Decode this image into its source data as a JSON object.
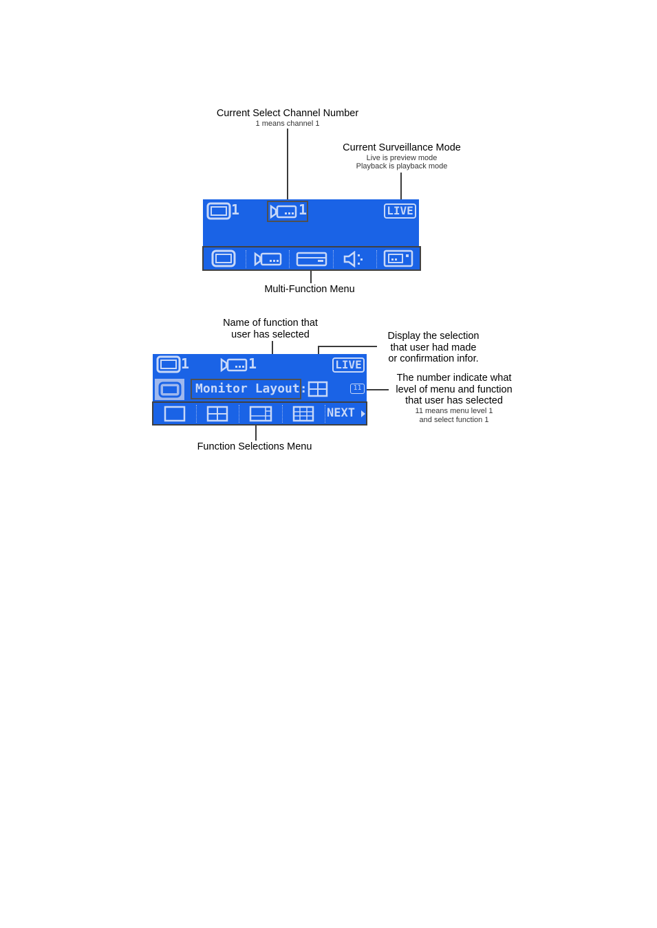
{
  "annotations": {
    "channel_number": {
      "title": "Current Select Channel Number",
      "note": "1 means channel 1"
    },
    "surveillance_mode": {
      "title": "Current Surveillance Mode",
      "note1": "Live is preview mode",
      "note2": "Playback is playback mode"
    },
    "multi_function": {
      "title": "Multi-Function Menu"
    },
    "function_name": {
      "line1": "Name of function that",
      "line2": "user has selected"
    },
    "selection_display": {
      "line1": "Display the selection",
      "line2": "that user had made",
      "line3": "or confirmation infor."
    },
    "level_number": {
      "line1": "The number indicate what",
      "line2": "level of menu and function",
      "line3": "that user has selected",
      "note1": "11 means menu level 1",
      "note2": "and select function 1"
    },
    "function_selections": {
      "title": "Function Selections Menu"
    }
  },
  "screen1": {
    "monitor_num": "1",
    "channel_num": "1",
    "mode": "LIVE",
    "menu_icons": [
      "monitor-icon",
      "camera-icon",
      "dvr-icon",
      "speaker-icon",
      "settings-panel-icon"
    ]
  },
  "screen2": {
    "monitor_num": "1",
    "channel_num": "1",
    "mode": "LIVE",
    "function_label": "Monitor Layout:",
    "level": "11",
    "options": [
      "single-layout-icon",
      "quad-layout-icon",
      "pip-layout-icon",
      "nine-grid-layout-icon"
    ],
    "next_label": "NEXT"
  },
  "colors": {
    "lcd_bg": "#1a63e6",
    "lcd_fg": "#c8d8f8"
  }
}
